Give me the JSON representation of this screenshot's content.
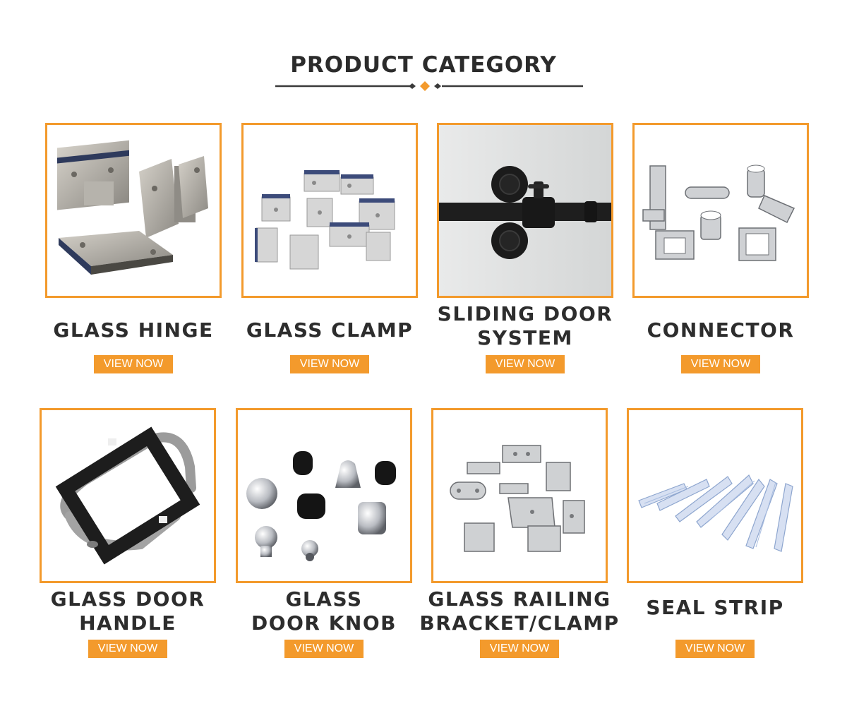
{
  "header": {
    "title": "PRODUCT CATEGORY"
  },
  "colors": {
    "accent": "#f39a2c",
    "text": "#2d2d2d"
  },
  "categories": [
    {
      "line1": "GLASS HINGE",
      "line2": "",
      "button": "VIEW NOW",
      "image": "glass-hinge"
    },
    {
      "line1": "GLASS CLAMP",
      "line2": "",
      "button": "VIEW NOW",
      "image": "glass-clamp"
    },
    {
      "line1": "SLIDING DOOR",
      "line2": "SYSTEM",
      "button": "VIEW NOW",
      "image": "sliding-door-roller"
    },
    {
      "line1": "CONNECTOR",
      "line2": "",
      "button": "VIEW NOW",
      "image": "connector"
    },
    {
      "line1": "GLASS DOOR",
      "line2": "HANDLE",
      "button": "VIEW NOW",
      "image": "door-handle"
    },
    {
      "line1": "GLASS",
      "line2": "DOOR KNOB",
      "button": "VIEW NOW",
      "image": "door-knob"
    },
    {
      "line1": "GLASS RAILING",
      "line2": "BRACKET/CLAMP",
      "button": "VIEW NOW",
      "image": "railing-bracket"
    },
    {
      "line1": "SEAL STRIP",
      "line2": "",
      "button": "VIEW NOW",
      "image": "seal-strip"
    }
  ]
}
